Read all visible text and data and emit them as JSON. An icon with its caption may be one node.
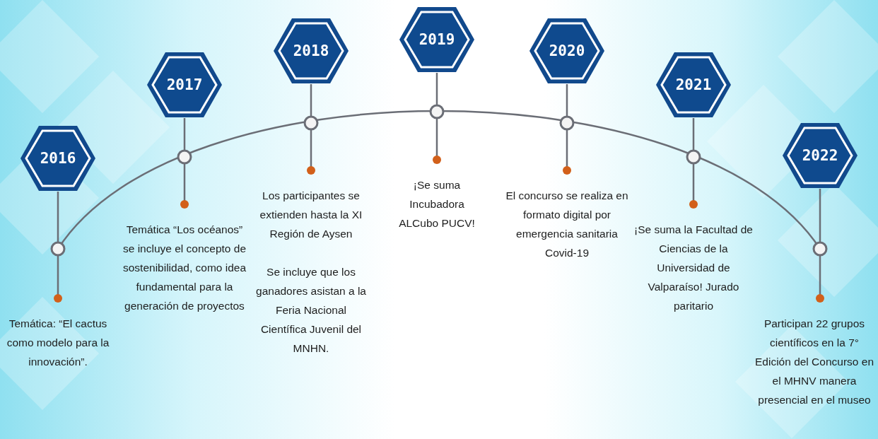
{
  "diagram": {
    "nodes": [
      {
        "text": [
          "2016"
        ]
      },
      {
        "text": [
          "2017"
        ]
      },
      {
        "text": [
          "2018"
        ]
      },
      {
        "text": [
          "2019"
        ]
      },
      {
        "text": [
          "2020"
        ]
      },
      {
        "text": [
          "2021"
        ]
      },
      {
        "text": [
          "2022"
        ]
      },
      {
        "text": [
          "Temática: “El cactus como modelo para la innovación”."
        ]
      },
      {
        "text": [
          "Temática  “Los océanos” se incluye el concepto de sostenibilidad, como idea fundamental para la generación de proyectos"
        ]
      },
      {
        "text": [
          "Los participantes se extienden hasta la XI Región de Aysen",
          "Se incluye que los ganadores asistan a la Feria Nacional Científica Juvenil del MNHN."
        ]
      },
      {
        "text": [
          "¡Se suma Incubadora ALCubo PUCV!"
        ]
      },
      {
        "text": [
          "El concurso se realiza en formato digital por emergencia sanitaria Covid-19"
        ]
      },
      {
        "text": [
          "¡Se suma la Facultad de Ciencias de la Universidad de Valparaíso! Jurado paritario"
        ]
      },
      {
        "text": [
          "Participan 22 grupos científicos en la 7° Edición del Concurso en el MHNV manera presencial en el museo"
        ]
      }
    ],
    "edges": [
      {
        "from": 0,
        "to": 7,
        "arrow": "other"
      },
      {
        "from": 1,
        "to": 8,
        "arrow": "other"
      },
      {
        "from": 2,
        "to": 9,
        "arrow": "other"
      },
      {
        "from": 3,
        "to": 10,
        "arrow": "other"
      },
      {
        "from": 4,
        "to": 11,
        "arrow": "other"
      },
      {
        "from": 5,
        "to": 12,
        "arrow": "other"
      },
      {
        "from": 6,
        "to": 13,
        "arrow": "other"
      }
    ]
  }
}
